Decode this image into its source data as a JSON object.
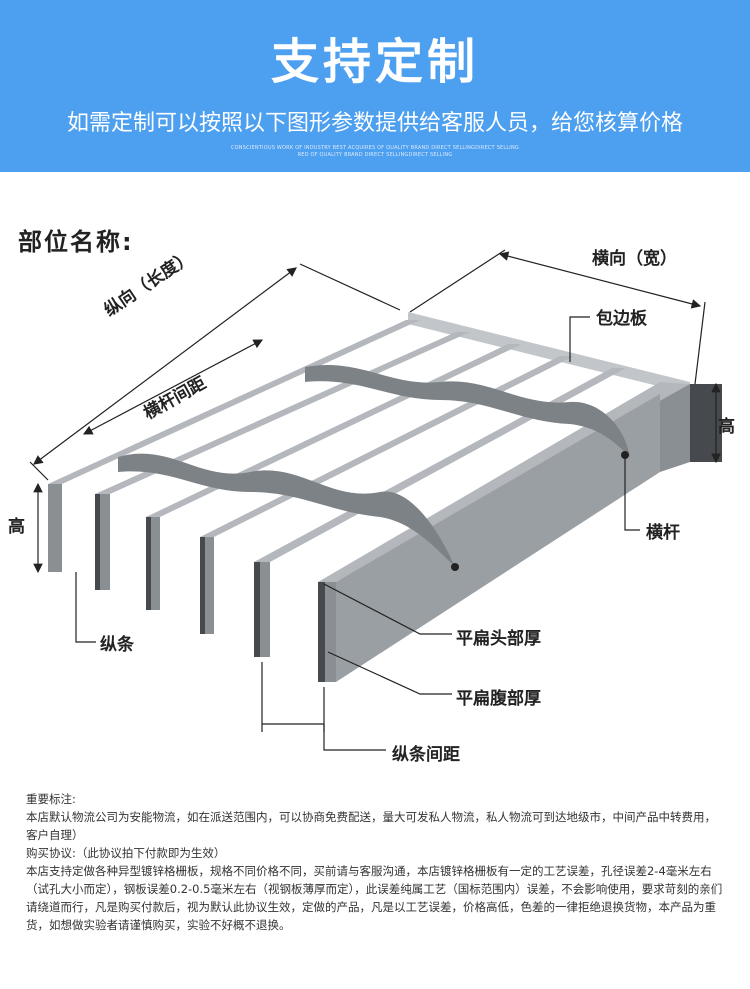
{
  "banner": {
    "title": "支持定制",
    "subtitle": "如需定制可以按照以下图形参数提供给客服人员，给您核算价格",
    "small_1": "CONSCIENTIOUS WORK OF INDUSTRY BEST ACQUIRES OF QUALITY BRAND DIRECT SELLINGDIRECT SELLING",
    "small_2": "RED OF QUALITY BRAND DIRECT SELLINGDIRECT SELLING"
  },
  "section_title": "部位名称:",
  "labels": {
    "transverse_width": "横向（宽）",
    "longitudinal_length": "纵向（长度）",
    "crossbar_spacing": "横杆间距",
    "edge_plate": "包边板",
    "height_right": "高",
    "height_left": "高",
    "crossbar": "横杆",
    "longitudinal_bar": "纵条",
    "flat_head_thickness": "平扁头部厚",
    "flat_web_thickness": "平扁腹部厚",
    "longitudinal_spacing": "纵条间距"
  },
  "notes": {
    "p1": "重要标注:",
    "p2": "本店默认物流公司为安能物流，如在派送范围内，可以协商免费配送，量大可发私人物流，私人物流可到达地级市，中间产品中转费用，客户自理）",
    "p3": "购买协议:（此协议拍下付款即为生效）",
    "p4": "本店支持定做各种异型镀锌格栅板，规格不同价格不同，买前请与客服沟通，本店镀锌格栅板有一定的工艺误差，孔径误差2-4毫米左右（试孔大小而定），钢板误差0.2-0.5毫米左右（视钢板薄厚而定），此误差纯属工艺（国标范围内）误差，不会影响使用，要求苛刻的亲们请绕道而行，凡是购买付款后，视为默认此协议生效，定做的产品，凡是以工艺误差，价格高低，色差的一律拒绝退换货物，本产品为重货，如想做实验者请谨慎购买，实验不好概不退换。"
  },
  "colors": {
    "banner": "#4d9ff0",
    "bar_top": "#b4b8bc",
    "bar_front": "#8a8f94",
    "bar_dark": "#46494d",
    "crossbar": "#7d8287"
  },
  "icons": {
    "dimension_arrow": "dimension-arrow-icon",
    "leader_dot": "leader-dot-icon"
  }
}
